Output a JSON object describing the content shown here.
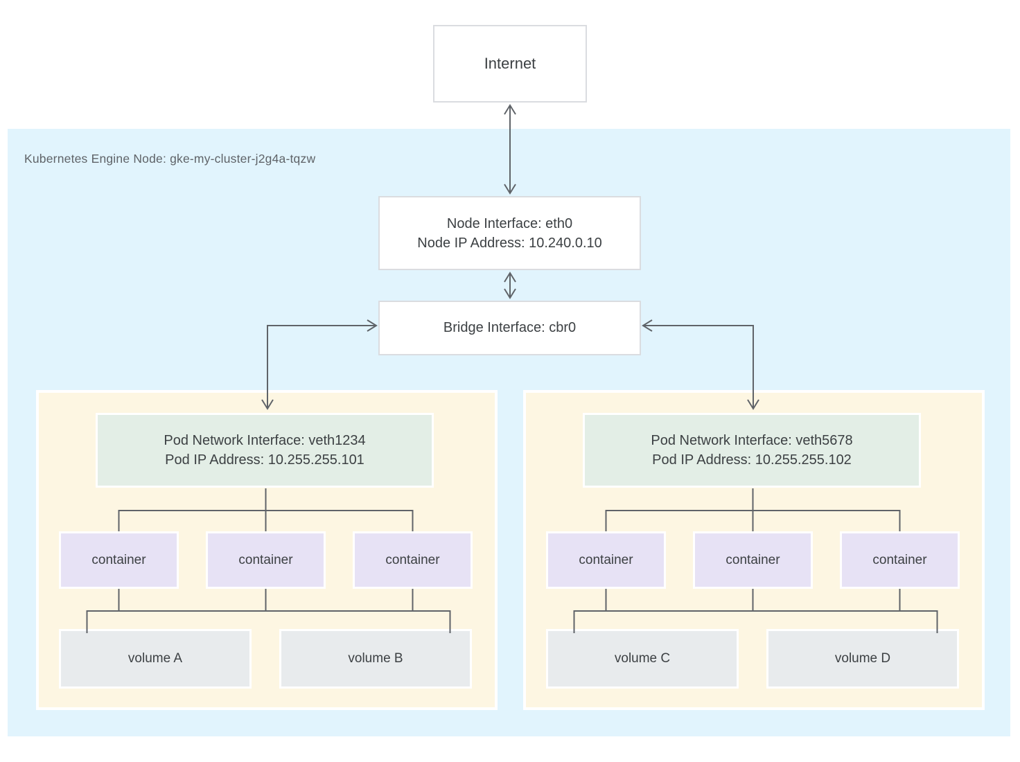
{
  "diagram": {
    "internet_label": "Internet",
    "node": {
      "label": "Kubernetes Engine Node: gke-my-cluster-j2g4a-tqzw",
      "node_interface": {
        "line1": "Node Interface: eth0",
        "line2": "Node IP Address: 10.240.0.10"
      },
      "bridge_interface": {
        "label": "Bridge Interface: cbr0"
      },
      "pods": [
        {
          "network_interface": {
            "line1": "Pod Network Interface: veth1234",
            "line2": "Pod IP Address: 10.255.255.101"
          },
          "containers": [
            "container",
            "container",
            "container"
          ],
          "volumes": [
            "volume A",
            "volume B"
          ]
        },
        {
          "network_interface": {
            "line1": "Pod Network Interface: veth5678",
            "line2": "Pod IP Address: 10.255.255.102"
          },
          "containers": [
            "container",
            "container",
            "container"
          ],
          "volumes": [
            "volume C",
            "volume D"
          ]
        }
      ]
    },
    "colors": {
      "node_region_bg": "#e1f4fd",
      "pod_bg": "#fdf6e2",
      "pod_interface_bg": "#e3eee6",
      "container_bg": "#e7e2f5",
      "volume_bg": "#e8ebed",
      "white_box_border": "#dadce0",
      "connector_line": "#5f6368",
      "text": "#3c4043",
      "region_label_text": "#5f6368"
    }
  }
}
